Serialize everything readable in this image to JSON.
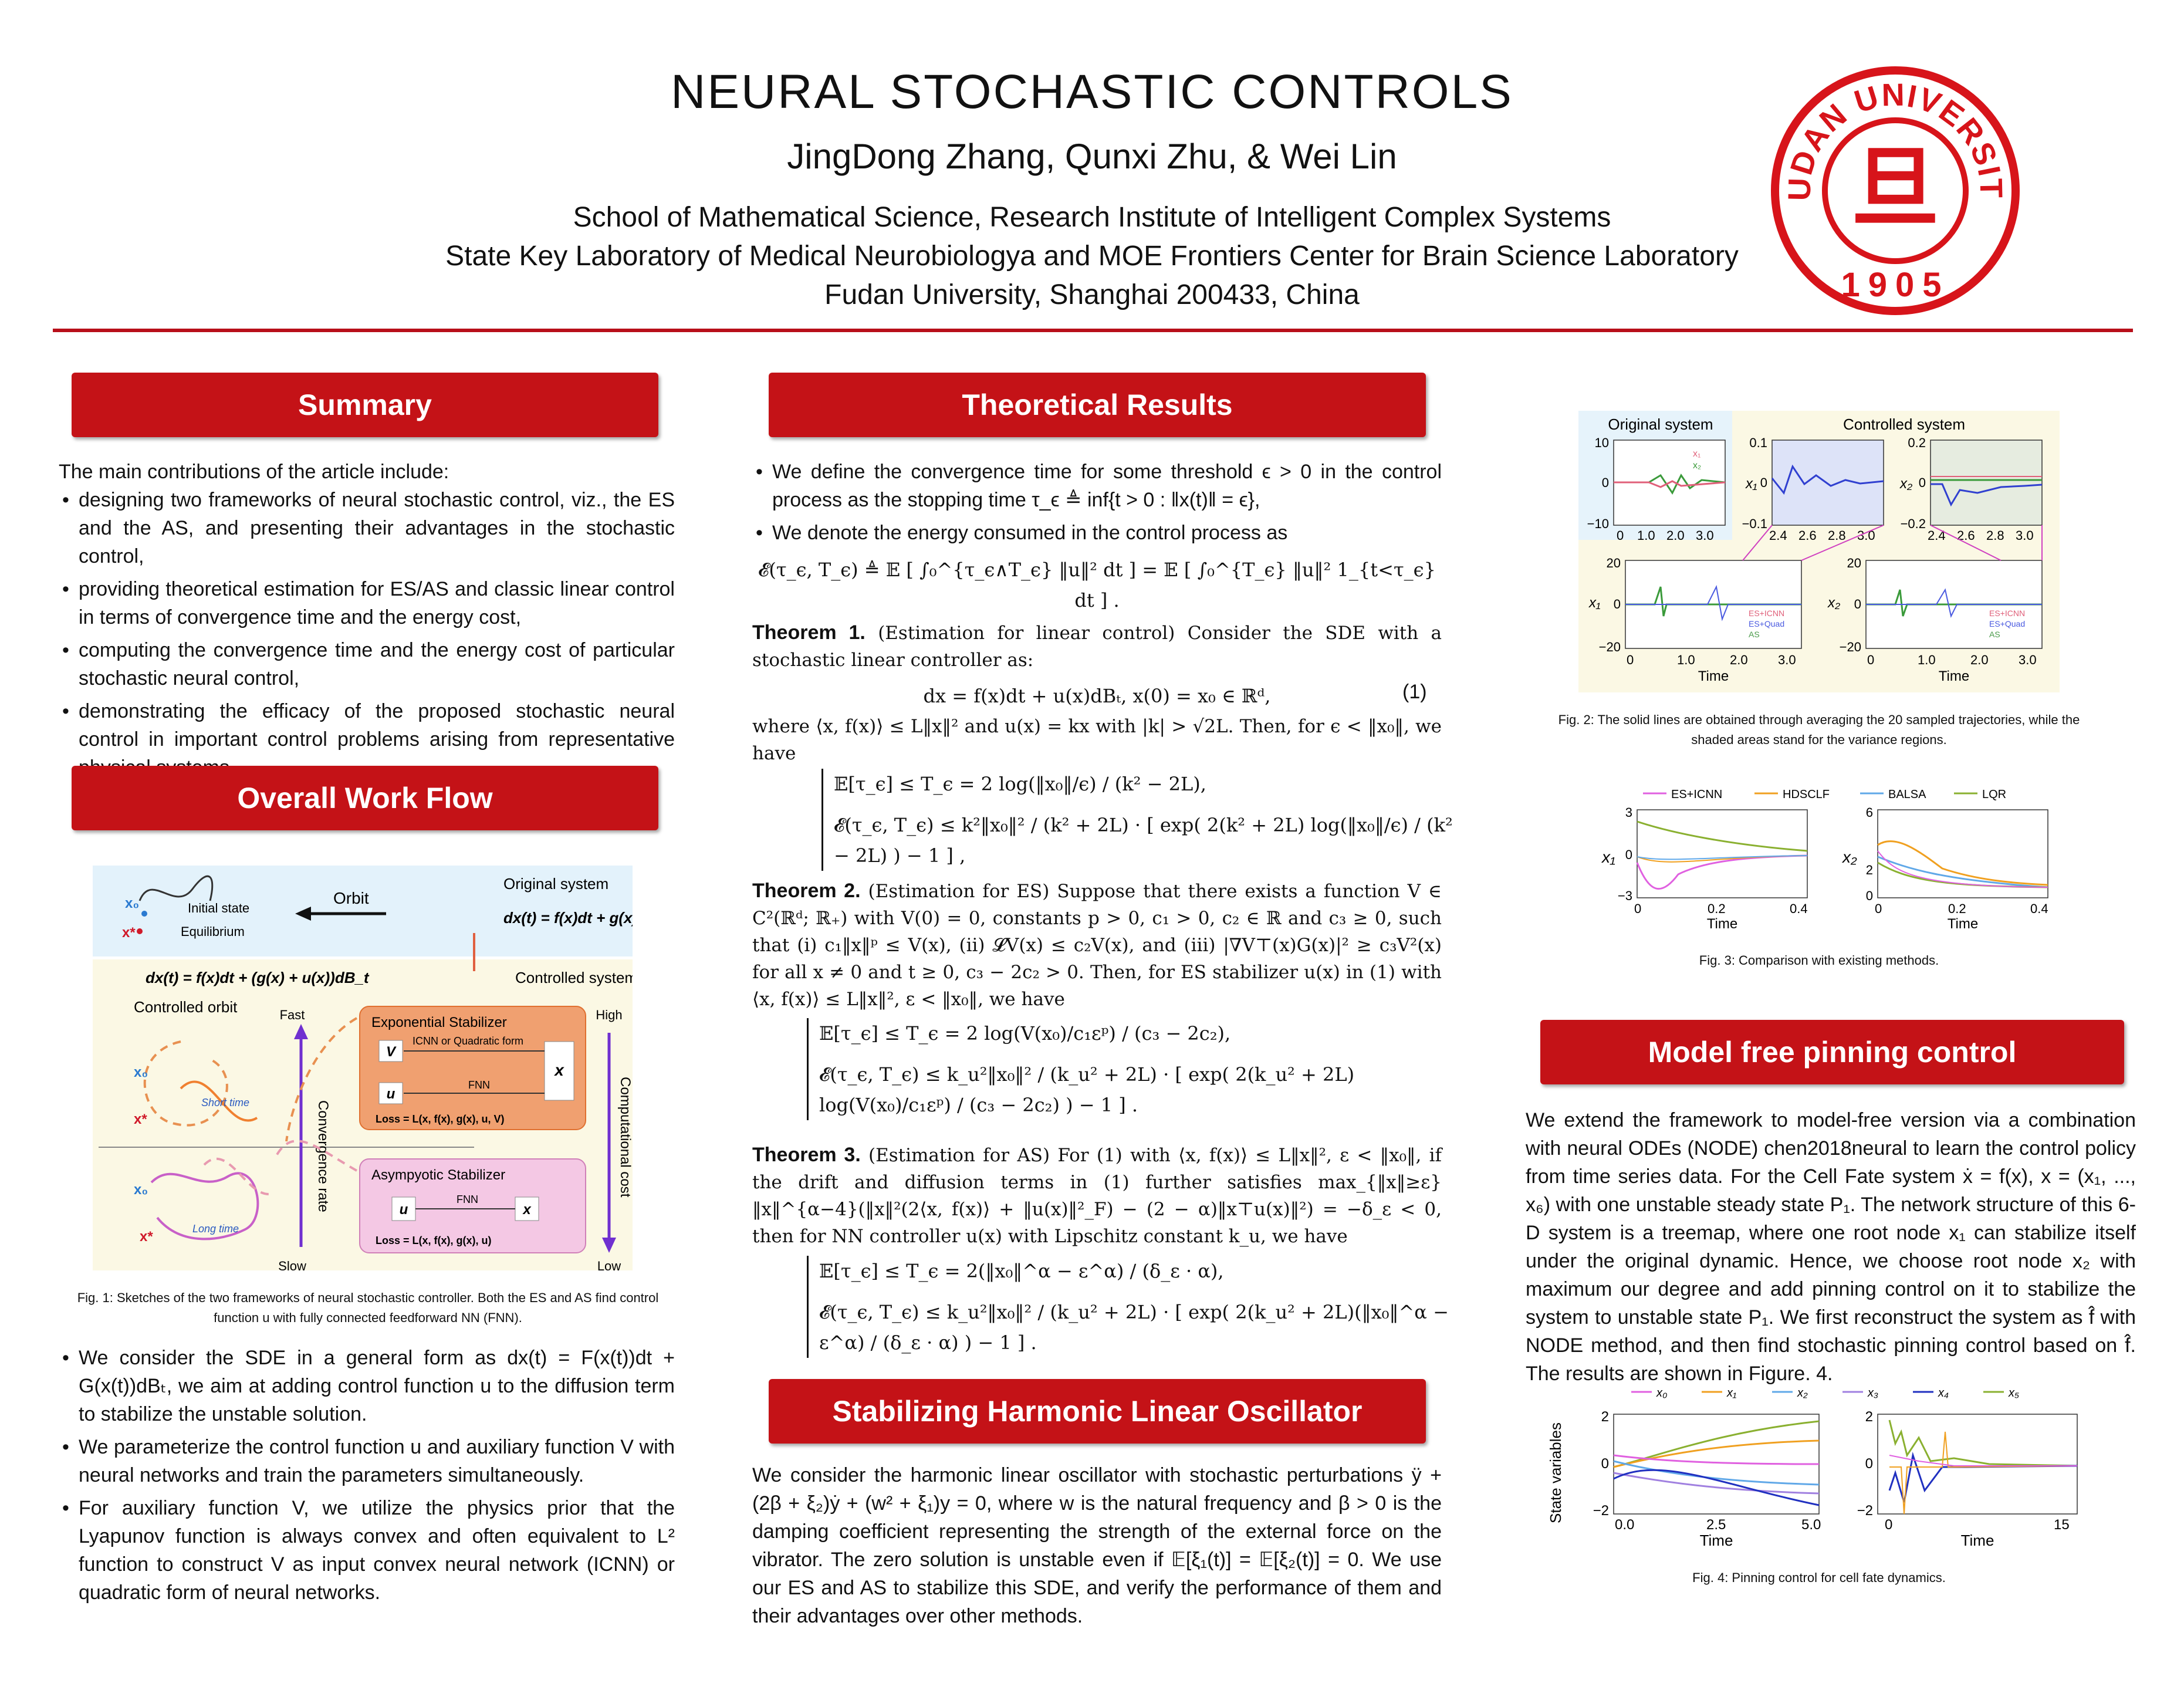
{
  "header": {
    "title": "NEURAL STOCHASTIC CONTROLS",
    "authors": "JingDong Zhang, Qunxi Zhu, & Wei Lin",
    "affiliation_lines": [
      "School of Mathematical Science, Research Institute of Intelligent Complex Systems",
      "State Key Laboratory of Medical Neurobiologya and MOE Frontiers Center for Brain Science Laboratory",
      "Fudan University, Shanghai 200433, China"
    ],
    "logo": {
      "text_top": "FUDAN UNIVERSITY",
      "year": "1905",
      "glyph": "旦",
      "color": "#d7141a"
    }
  },
  "summary": {
    "heading": "Summary",
    "intro": "The main contributions of the article include:",
    "bullets": [
      "designing two frameworks of neural stochastic control, viz., the ES and the AS, and presenting their advantages in the stochastic control,",
      "providing theoretical estimation for ES/AS and classic linear control in terms of convergence time and the energy cost,",
      "computing the convergence time and the energy cost of particular stochastic neural control,",
      "demonstrating the efficacy of the proposed stochastic neural control in important control problems arising from representative physical systems."
    ]
  },
  "workflow": {
    "heading": "Overall Work Flow",
    "fig": {
      "original_system": "Original system",
      "orbit": "Orbit",
      "initial_state": "Initial state",
      "equilibrium": "Equilibrium",
      "eq_original": "dx(t) = f(x)dt + g(x)dB_t",
      "eq_controlled": "dx(t) = f(x)dt + (g(x) + u(x))dB_t",
      "controlled_system": "Controlled system",
      "controlled_orbit": "Controlled orbit",
      "fast": "Fast",
      "slow": "Slow",
      "high": "High",
      "low": "Low",
      "convergence_rate": "Convergence rate",
      "computational_cost": "Computational cost",
      "es_title": "Exponential Stabilizer",
      "es_form": "ICNN or Quadratic form",
      "fnn": "FNN",
      "es_loss": "Loss = L(x, f(x), g(x), u, V)",
      "as_title": "Asympyotic Stabilizer",
      "as_loss": "Loss = L(x, f(x), g(x), u)",
      "short_time": "Short time",
      "long_time": "Long time",
      "V": "V",
      "u": "u",
      "x": "x",
      "x0": "x₀",
      "xstar": "x*"
    },
    "caption": "Fig. 1: Sketches of the two frameworks of neural stochastic controller. Both the ES and AS find control function u with fully connected feedforward NN (FNN).",
    "bullets": [
      "We consider the SDE in a general form as dx(t) = F(x(t))dt + G(x(t))dBₜ, we aim at adding control function u to the diffusion term to stabilize the unstable solution.",
      "We parameterize the control function u and auxiliary function V with neural networks and train the parameters simultaneously.",
      "For auxiliary function V, we utilize the physics prior that the Lyapunov function is always convex and often equivalent to L² function to construct V as input convex neural network (ICNN) or quadratic form of neural networks."
    ]
  },
  "theory": {
    "heading": "Theoretical Results",
    "bullets": [
      "We define the convergence time for some threshold ϵ > 0 in the control process as the stopping time τ_ϵ ≜ inf{t > 0 : ‖x(t)‖ = ϵ},",
      "We denote the energy consumed in the control process as"
    ],
    "energy_eq": "𝓔(τ_ϵ, T_ϵ) ≜ 𝔼 [ ∫₀^{τ_ϵ∧T_ϵ} ‖u‖² dt ] = 𝔼 [ ∫₀^{T_ϵ} ‖u‖² 1_{t<τ_ϵ} dt ] .",
    "thm1_label": "Theorem 1.",
    "thm1_text": "(Estimation for linear control) Consider the SDE with a stochastic linear controller as:",
    "thm1_eq": "dx = f(x)dt + u(x)dBₜ,   x(0) = x₀ ∈ ℝᵈ,",
    "thm1_eqnum": "(1)",
    "thm1_cond": "where ⟨x, f(x)⟩ ≤ L‖x‖² and u(x) = kx with |k| > √2L. Then, for ϵ < ‖x₀‖, we have",
    "thm1_res1": "𝔼[τ_ϵ] ≤ T_ϵ = 2 log(‖x₀‖/ϵ) / (k² − 2L),",
    "thm1_res2": "𝓔(τ_ϵ, T_ϵ) ≤ k²‖x₀‖² / (k² + 2L) · [ exp( 2(k² + 2L) log(‖x₀‖/ϵ) / (k² − 2L) ) − 1 ] ,",
    "thm2_label": "Theorem 2.",
    "thm2_text": "(Estimation for ES) Suppose that there exists a function V ∈ C²(ℝᵈ; ℝ₊) with V(0) = 0, constants p > 0, c₁ > 0, c₂ ∈ ℝ and c₃ ≥ 0, such that (i) c₁‖x‖ᵖ ≤ V(x), (ii) 𝓛V(x) ≤ c₂V(x), and (iii) |∇V⊤(x)G(x)|² ≥ c₃V²(x) for all x ≠ 0 and t ≥ 0, c₃ − 2c₂ > 0. Then, for ES stabilizer u(x) in (1) with ⟨x, f(x)⟩ ≤ L‖x‖², ε < ‖x₀‖, we have",
    "thm2_res1": "𝔼[τ_ϵ] ≤ T_ϵ = 2 log(V(x₀)/c₁εᵖ) / (c₃ − 2c₂),",
    "thm2_res2": "𝓔(τ_ϵ, T_ϵ) ≤ k_u²‖x₀‖² / (k_u² + 2L) · [ exp( 2(k_u² + 2L) log(V(x₀)/c₁εᵖ) / (c₃ − 2c₂) ) − 1 ] .",
    "thm3_label": "Theorem 3.",
    "thm3_text": "(Estimation for AS) For (1) with ⟨x, f(x)⟩ ≤ L‖x‖², ε < ‖x₀‖, if the drift and diffusion terms in (1) further satisfies max_{‖x‖≥ε} ‖x‖^{α−4}(‖x‖²(2⟨x, f(x)⟩ + ‖u(x)‖²_F) − (2 − α)‖x⊤u(x)‖²) = −δ_ε < 0, then for NN controller u(x) with Lipschitz constant k_u, we have",
    "thm3_res1": "𝔼[τ_ϵ] ≤ T_ϵ = 2(‖x₀‖^α − ε^α) / (δ_ε · α),",
    "thm3_res2": "𝓔(τ_ϵ, T_ϵ) ≤ k_u²‖x₀‖² / (k_u² + 2L) · [ exp( 2(k_u² + 2L)(‖x₀‖^α − ε^α) / (δ_ε · α) ) − 1 ] ."
  },
  "oscillator": {
    "heading": "Stabilizing Harmonic Linear Oscillator",
    "text": "We consider the harmonic linear oscillator with stochastic perturbations ÿ + (2β + ξ₂)ẏ + (w² + ξ₁)y = 0, where w is the natural frequency and β > 0 is the damping coefficient representing the strength of the external force on the vibrator. The zero solution is unstable even if 𝔼[ξ₁(t)] = 𝔼[ξ₂(t)] = 0. We use our ES and AS to stabilize this SDE, and verify the performance of them and their advantages over other methods."
  },
  "fig2": {
    "panel_original": "Original system",
    "panel_controlled": "Controlled system",
    "xlabel": "Time",
    "top_left_yticks": [
      "10",
      "0",
      "−10"
    ],
    "top_left_xticks": [
      "0",
      "1.0",
      "2.0",
      "3.0"
    ],
    "top_mid_yticks": [
      "0.1",
      "0",
      "−0.1"
    ],
    "top_mid_xticks": [
      "2.4",
      "2.6",
      "2.8",
      "3.0"
    ],
    "top_right_yticks": [
      "0.2",
      "0",
      "−0.2"
    ],
    "top_right_xticks": [
      "2.4",
      "2.6",
      "2.8",
      "3.0"
    ],
    "bottom_yticks": [
      "20",
      "0",
      "−20"
    ],
    "bottom_xticks": [
      "0",
      "1.0",
      "2.0",
      "3.0"
    ],
    "ylabel_x1": "x₁",
    "ylabel_x2": "x₂",
    "legend_top": [
      "x₁",
      "x₂"
    ],
    "legend_bottom": [
      "ES+ICNN",
      "ES+Quad",
      "AS"
    ],
    "colors": {
      "x1": "#e0607a",
      "x2": "#3a9a3a",
      "es_icnn": "#e0607a",
      "es_quad": "#4a5ae0",
      "as": "#4a9a4a",
      "bg": "#fbf8e4",
      "bg_original": "#e8f4fb"
    },
    "caption": "Fig. 2: The solid lines are obtained through averaging the 20 sampled trajectories, while the shaded areas stand for the variance regions."
  },
  "fig3": {
    "legend": [
      {
        "name": "ES+ICNN",
        "color": "#e060e0"
      },
      {
        "name": "HDSCLF",
        "color": "#f0a020"
      },
      {
        "name": "BALSA",
        "color": "#60a8e8"
      },
      {
        "name": "LQR",
        "color": "#8ab030"
      }
    ],
    "left_ylabel": "x₁",
    "right_ylabel": "x₂",
    "left_yticks": [
      "3",
      "0",
      "−3"
    ],
    "right_yticks": [
      "6",
      "2",
      "0"
    ],
    "xticks": [
      "0",
      "0.2",
      "0.4"
    ],
    "xlabel": "Time",
    "caption": "Fig. 3: Comparison with existing methods."
  },
  "pinning": {
    "heading": "Model free pinning control",
    "text": "We extend the framework to model-free version via a combination with neural ODEs (NODE) chen2018neural to learn the control policy from time series data. For the Cell Fate system ẋ = f(x), x = (x₁, ..., x₆) with one unstable steady state P₁. The network structure of this 6-D system is a treemap, where one root node x₁ can stabilize itself under the original dynamic. Hence, we choose root node x₂ with maximum our degree and add pinning control on it to stabilize the system to unstable state P₁. We first reconstruct the system as f̂ with NODE method, and then find stochastic pinning control based on f̂. The results are shown in Figure. 4."
  },
  "fig4": {
    "legend": [
      {
        "name": "x₀",
        "color": "#e060e0"
      },
      {
        "name": "x₁",
        "color": "#f0a020"
      },
      {
        "name": "x₂",
        "color": "#60a8e8"
      },
      {
        "name": "x₃",
        "color": "#a080e0"
      },
      {
        "name": "x₄",
        "color": "#2030c0"
      },
      {
        "name": "x₅",
        "color": "#8ab030"
      }
    ],
    "ylabel": "State variables",
    "yticks": [
      "2",
      "0",
      "−2"
    ],
    "left_xticks": [
      "0.0",
      "2.5",
      "5.0"
    ],
    "right_xticks": [
      "0",
      "15"
    ],
    "xlabel": "Time",
    "caption": "Fig. 4: Pinning control for cell fate dynamics."
  }
}
